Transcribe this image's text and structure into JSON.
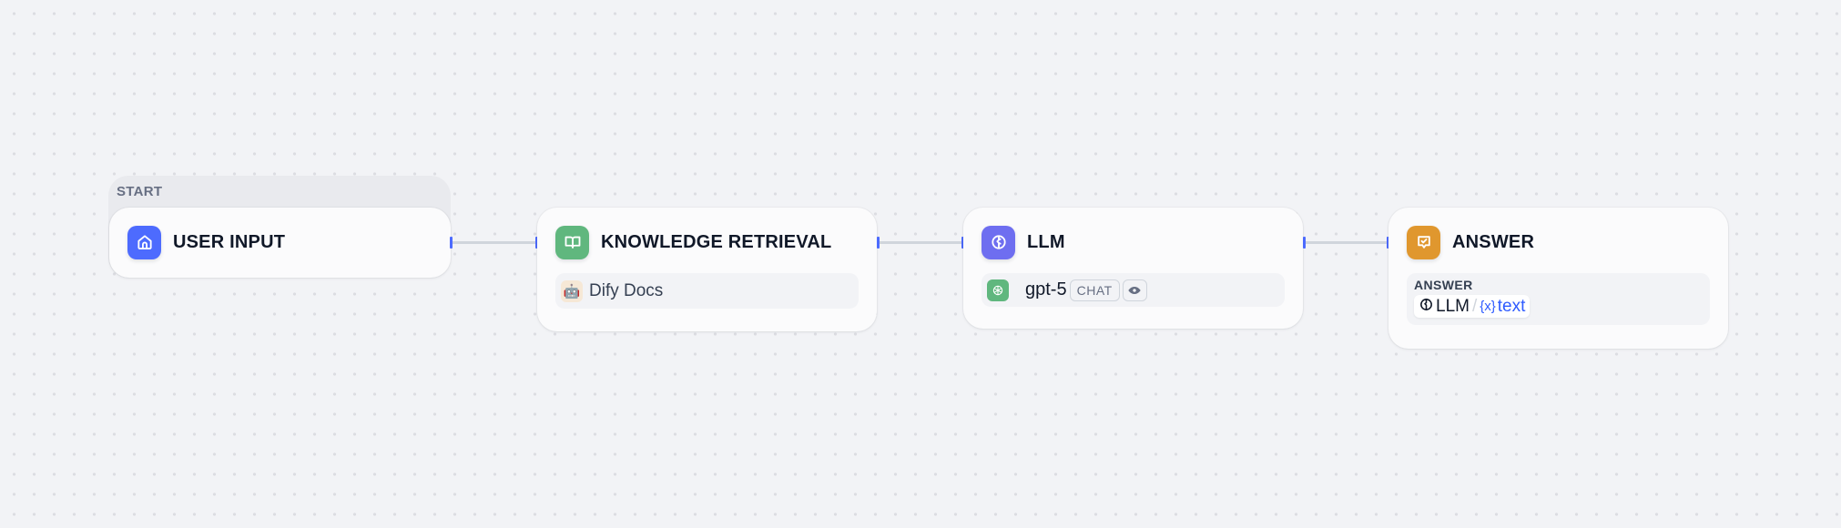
{
  "canvas": {
    "background": "#f2f3f6",
    "dot_color": "#dcdde2"
  },
  "nodes": [
    {
      "id": "user-input",
      "group_label": "START",
      "title": "USER INPUT",
      "icon": "home-icon",
      "icon_color": "#4d6bfe"
    },
    {
      "id": "knowledge-retrieval",
      "title": "KNOWLEDGE RETRIEVAL",
      "icon": "book-open-icon",
      "icon_color": "#60b77e",
      "knowledge_base": {
        "icon": "robot-emoji-icon",
        "emoji": "🤖",
        "name": "Dify Docs"
      }
    },
    {
      "id": "llm",
      "title": "LLM",
      "icon": "brain-icon",
      "icon_color": "#6e6ef0",
      "model": {
        "icon": "openai-icon",
        "name": "gpt-5",
        "mode_badge": "CHAT",
        "vision_badge": "eye-icon"
      }
    },
    {
      "id": "answer",
      "title": "ANSWER",
      "icon": "message-check-icon",
      "icon_color": "#e0972e",
      "field_label": "ANSWER",
      "variable": {
        "node": "LLM",
        "separator": "/",
        "var_icon": "{x}",
        "var_name": "text"
      }
    }
  ],
  "edges": [
    {
      "from": "user-input",
      "to": "knowledge-retrieval"
    },
    {
      "from": "knowledge-retrieval",
      "to": "llm"
    },
    {
      "from": "llm",
      "to": "answer"
    }
  ],
  "colors": {
    "handle": "#4d6bfe",
    "edge": "#d0d5dc",
    "variable_blue": "#2e5bff"
  }
}
